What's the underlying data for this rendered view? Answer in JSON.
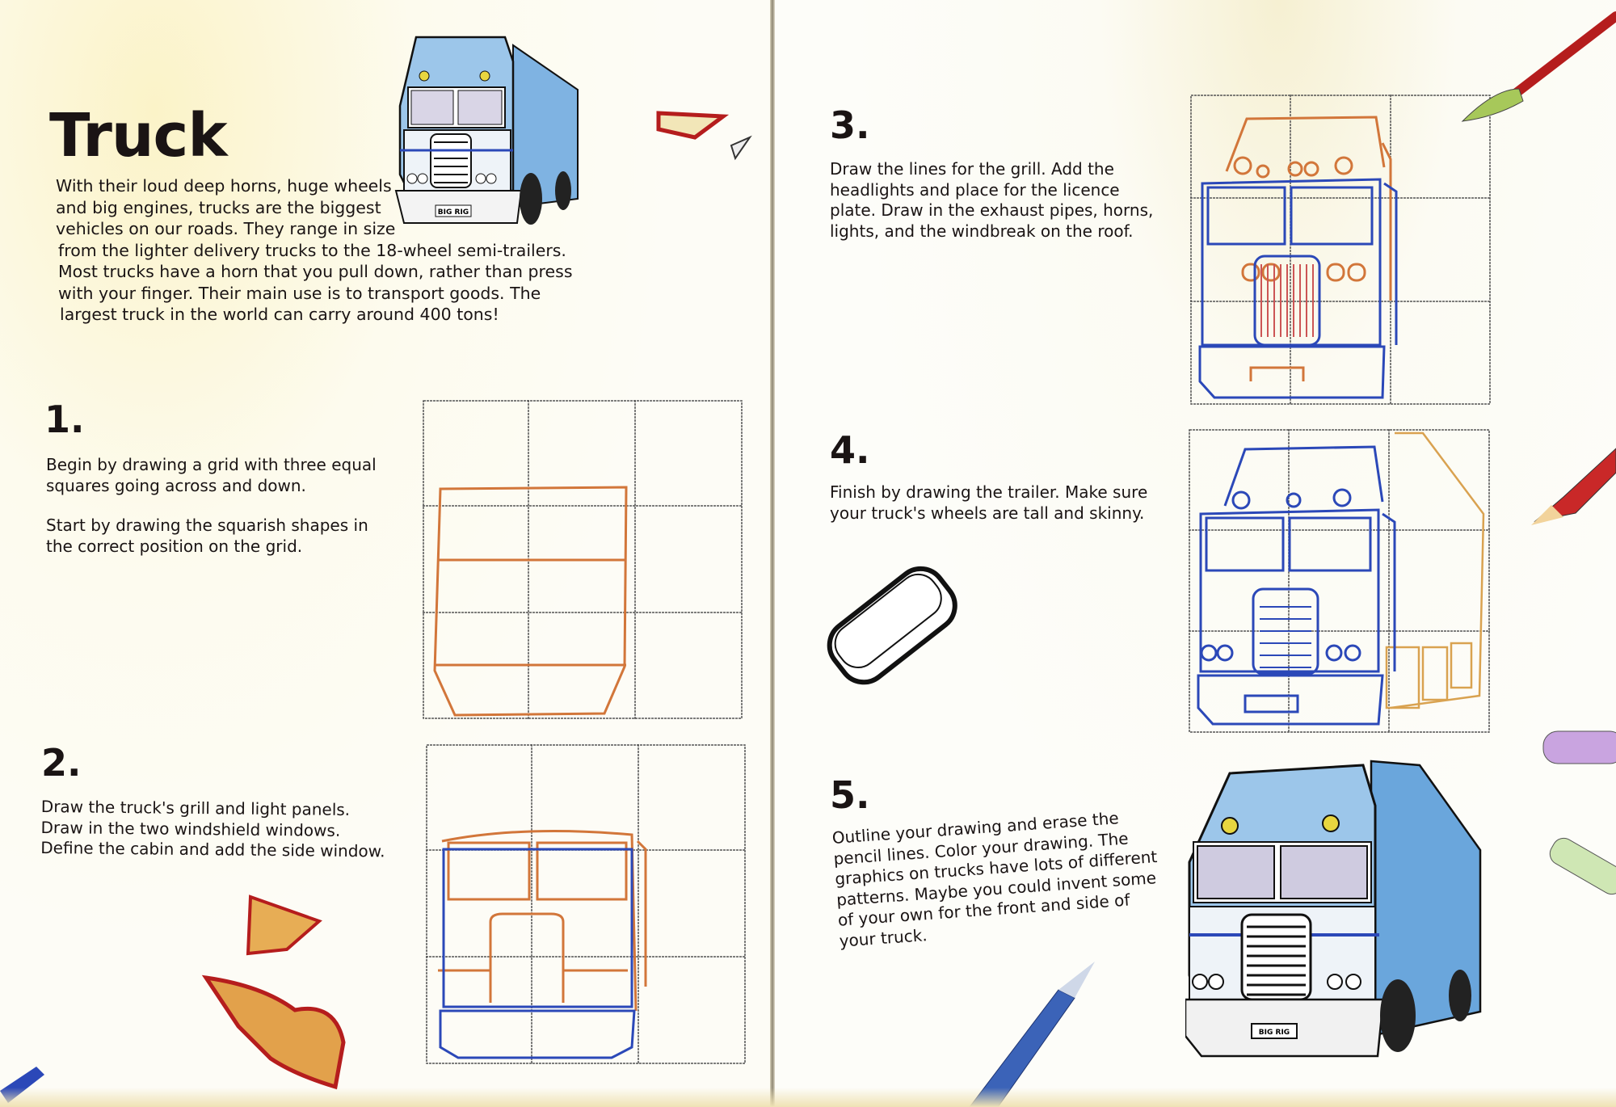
{
  "title": "Truck",
  "intro_lines": [
    "With their loud deep horns, huge wheels",
    "and big engines, trucks are the biggest",
    "vehicles on our roads. They range in size",
    "from the lighter delivery trucks to the 18-wheel semi-trailers.",
    "Most trucks have a horn that you pull down, rather than press",
    "with your finger. Their main use is to transport goods. The",
    "largest truck in the world can carry around 400 tons!"
  ],
  "steps": [
    {
      "number": "1.",
      "paragraphs": [
        [
          "Begin by drawing a grid with three equal",
          "squares going across and down."
        ],
        [
          "Start by drawing the squarish shapes in",
          "the correct position on the grid."
        ]
      ]
    },
    {
      "number": "2.",
      "paragraphs": [
        [
          "Draw the truck's grill and light panels.",
          "Draw in the two windshield windows.",
          "Define the cabin and add the side window."
        ]
      ]
    },
    {
      "number": "3.",
      "paragraphs": [
        [
          "Draw the lines for the grill. Add the",
          "headlights and place for the licence",
          "plate. Draw in the exhaust pipes, horns,",
          "lights, and the windbreak on the roof."
        ]
      ]
    },
    {
      "number": "4.",
      "paragraphs": [
        [
          "Finish by drawing the trailer. Make sure",
          "your truck's wheels are tall and skinny."
        ]
      ]
    },
    {
      "number": "5.",
      "paragraphs": [
        [
          "Outline your drawing and erase the",
          "pencil lines. Color your drawing. The",
          "graphics on trucks have lots of different",
          "patterns. Maybe you could invent some",
          "of your own for the front and side of",
          "your truck."
        ]
      ]
    }
  ],
  "plate_text": "BIG RIG",
  "colors": {
    "pencil_orange": "#d2763a",
    "pencil_blue": "#2b48b8",
    "truck_blue": "#6aa6dc",
    "grid": "#555555"
  }
}
